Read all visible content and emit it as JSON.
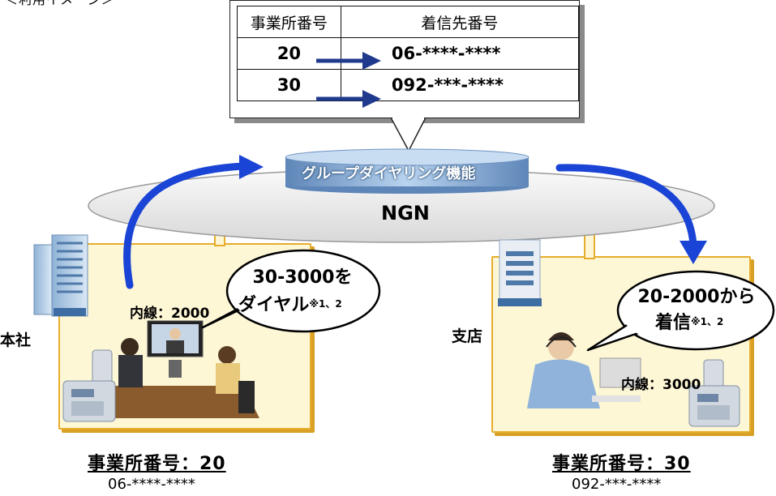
{
  "page_title": "＜利用イメージ＞",
  "routing_table": {
    "headers": [
      "事業所番号",
      "着信先番号"
    ],
    "rows": [
      {
        "office": "20",
        "destination": "06-****-****"
      },
      {
        "office": "30",
        "destination": "092-***-****"
      }
    ]
  },
  "function_label": "グループダイヤリング機能",
  "network_label": "NGN",
  "head_office": {
    "name": "本社",
    "extension": "内線：2000",
    "bubble_line1": "30-3000を",
    "bubble_line2": "ダイヤル",
    "bubble_note": "※1、2",
    "office_number": "事業所番号：20",
    "phone": "06-****-****"
  },
  "branch": {
    "name": "支店",
    "extension": "内線：3000",
    "bubble_line1": "20-2000から",
    "bubble_line2": "着信",
    "bubble_note": "※1、2",
    "office_number": "事業所番号：30",
    "phone": "092-***-****"
  },
  "colors": {
    "arrow_blue": "#1a44d6",
    "table_arrow": "#1f3a8c",
    "box_fill": "#fdf7d6",
    "box_border": "#e7ad2d",
    "cloud_fill": "#e8e8e8"
  }
}
